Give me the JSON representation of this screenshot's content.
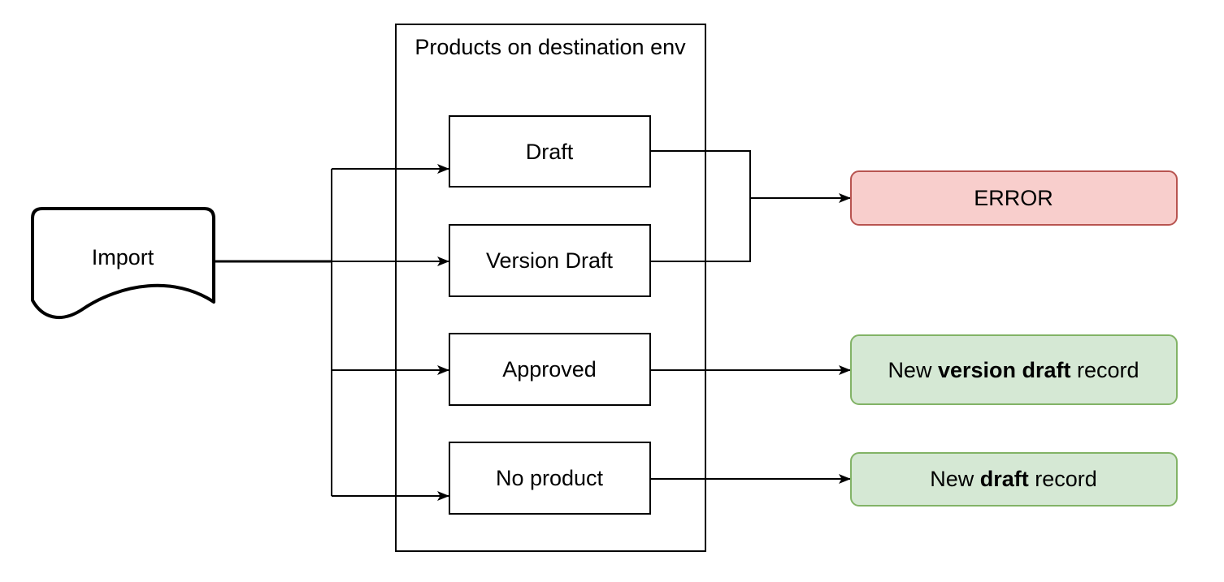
{
  "import_node": {
    "label": "Import"
  },
  "container": {
    "title": "Products on destination env",
    "states": [
      {
        "label": "Draft"
      },
      {
        "label": "Version Draft"
      },
      {
        "label": "Approved"
      },
      {
        "label": "No product"
      }
    ]
  },
  "outcomes": {
    "error": {
      "label": "ERROR",
      "fill": "#f8cecc",
      "stroke": "#b85450"
    },
    "new_version_draft": {
      "prefix": "New ",
      "bold": "version draft",
      "suffix": " record",
      "fill": "#d5e8d4",
      "stroke": "#82b366"
    },
    "new_draft": {
      "prefix": "New ",
      "bold": "draft",
      "suffix": " record",
      "fill": "#d5e8d4",
      "stroke": "#82b366"
    }
  },
  "style": {
    "background": "#ffffff",
    "node_fill": "#ffffff",
    "line_color": "#000000",
    "text_color": "#000000"
  }
}
